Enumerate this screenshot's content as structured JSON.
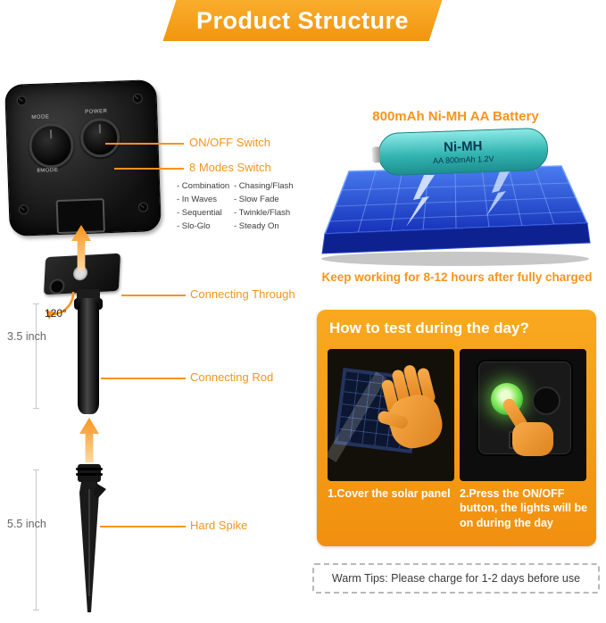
{
  "banner": {
    "title": "Product Structure"
  },
  "device": {
    "knobs": {
      "left": "MODE",
      "right": "POWER",
      "bottom": "8MODE"
    },
    "onoff_label": "ON/OFF Switch",
    "modes_label": "8 Modes Switch",
    "modes": [
      {
        "left": "- Combination",
        "right": "- Chasing/Flash"
      },
      {
        "left": "- In Waves",
        "right": "- Slow Fade"
      },
      {
        "left": "- Sequential",
        "right": "- Twinkle/Flash"
      },
      {
        "left": "- Slo-Glo",
        "right": "- Steady On"
      }
    ]
  },
  "assembly": {
    "angle_label": "120°",
    "connecting_through_label": "Connecting Through",
    "rod_length_label": "3.5 inch",
    "connecting_rod_label": "Connecting Rod",
    "spike_length_label": "5.5 inch",
    "hard_spike_label": "Hard Spike"
  },
  "battery": {
    "title": "800mAh Ni-MH AA Battery",
    "label_brand": "Ni-MH",
    "label_spec": "AA 800mAh 1.2V",
    "runtime_note": "Keep working for 8-12 hours after fully charged"
  },
  "test_guide": {
    "title": "How to test during the day?",
    "step1_caption": "1.Cover the solar panel",
    "step2_caption": "2.Press the ON/OFF button, the lights will be on during the day"
  },
  "warm_tips": {
    "text": "Warm Tips: Please charge for 1-2 days before use"
  },
  "colors": {
    "accent_orange": "#f7941d",
    "banner_orange": "#f5a01b",
    "panel_blue": "#1e3fd0",
    "battery_teal": "#3fc0c0",
    "button_green": "#4bd23c"
  }
}
